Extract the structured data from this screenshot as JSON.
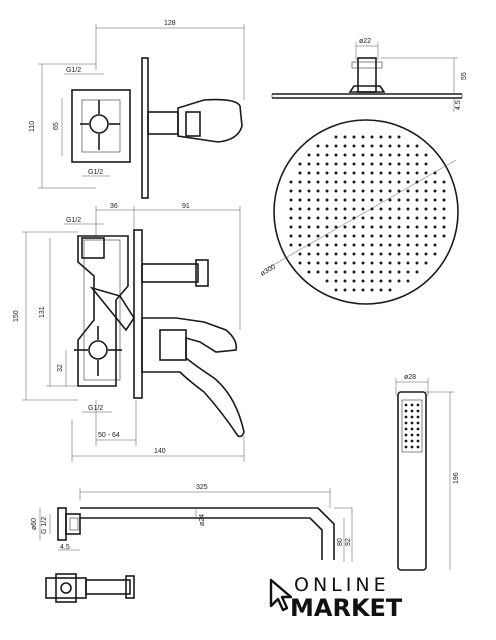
{
  "mixer_top": {
    "width": "128",
    "height": "110",
    "inner_height": "65",
    "thread_top": "G1/2",
    "thread_bottom": "G1/2"
  },
  "mixer_front": {
    "depth_a": "36",
    "depth_b": "91",
    "height_outer": "150",
    "height_inner": "131",
    "offset": "32",
    "thread_top": "G1/2",
    "thread_bottom": "G1/2",
    "range": "50 - 64",
    "width": "140"
  },
  "shower_head": {
    "neck_diameter": "ø22",
    "neck_height": "55",
    "plate_thickness": "4.5",
    "diameter": "ø300"
  },
  "arm": {
    "length": "325",
    "flange_diameter": "ø60",
    "thread": "G 1/2",
    "pipe_diameter": "ø24",
    "offset_a": "80",
    "offset_b": "92",
    "gap": "4.5"
  },
  "hand_shower": {
    "diameter": "ø28",
    "length": "196"
  },
  "logo": {
    "line1": "ONLINE",
    "line2": "MARKET"
  }
}
